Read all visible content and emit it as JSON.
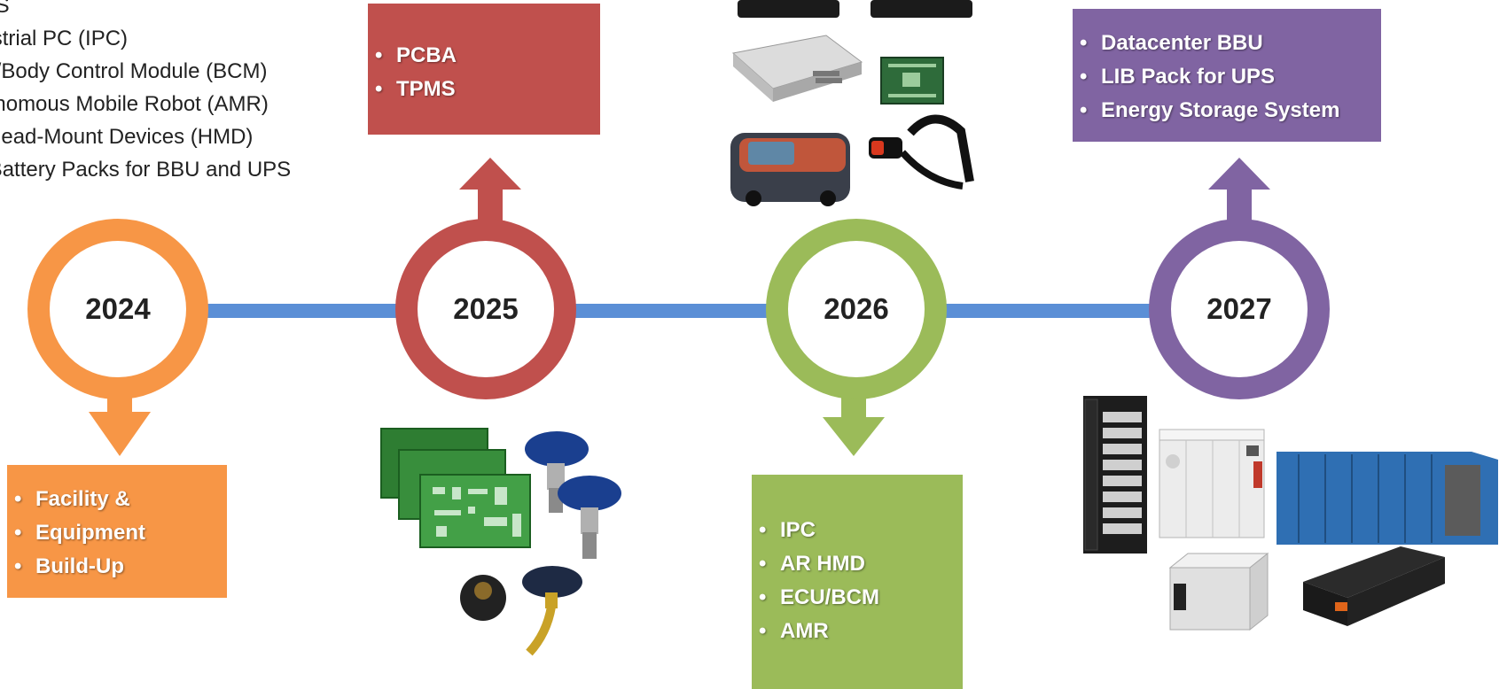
{
  "legend": {
    "items": [
      "TPMS",
      "Industrial PC (IPC)",
      "ECU/Body Control Module (BCM)",
      "Autonomous Mobile Robot (AMR)",
      "AR Head-Mount Devices (HMD)",
      "LIB Battery Packs for BBU and UPS"
    ]
  },
  "milestones": [
    {
      "year": "2024",
      "color": "#f79646",
      "items": [
        "Facility &",
        "Equipment",
        "Build-Up"
      ]
    },
    {
      "year": "2025",
      "color": "#c0504d",
      "items": [
        "PCBA",
        "TPMS"
      ]
    },
    {
      "year": "2026",
      "color": "#9bbb59",
      "items": [
        "IPC",
        "AR HMD",
        "ECU/BCM",
        "AMR"
      ]
    },
    {
      "year": "2027",
      "color": "#8064a2",
      "items": [
        "Datacenter BBU",
        "LIB Pack for UPS",
        "Energy Storage System"
      ]
    }
  ],
  "timeline_color": "#5b8fd6",
  "images": {
    "pcba_tpms": [
      "pcb-board-image",
      "tpms-sensor-image"
    ],
    "devices_2026": [
      "ipc-image",
      "ecu-image",
      "amr-image",
      "ar-hmd-image"
    ],
    "batteries_2027": [
      "rack-bbu-image",
      "ess-cabinet-image",
      "container-ess-image",
      "ups-battery-image",
      "lib-pack-image"
    ]
  }
}
